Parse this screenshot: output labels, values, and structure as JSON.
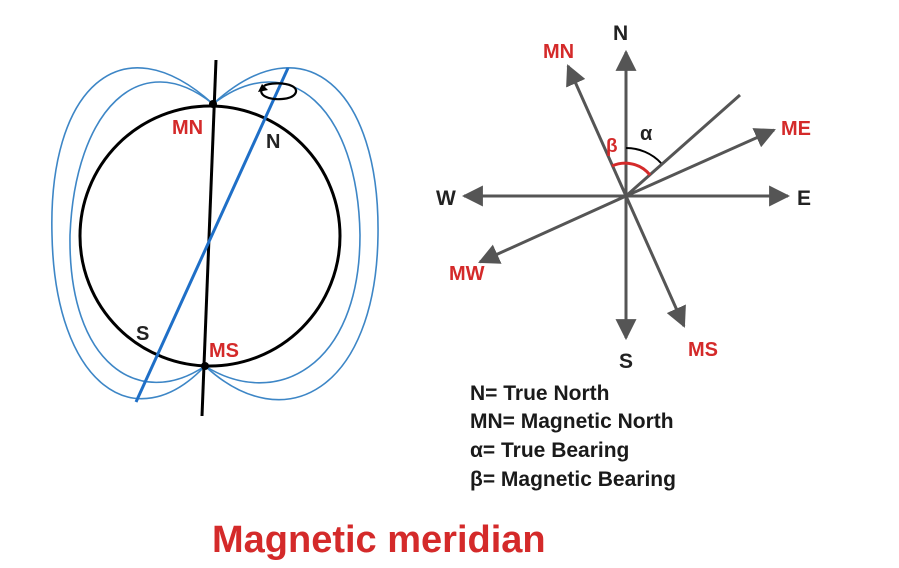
{
  "colors": {
    "red": "#d42a2a",
    "blue": "#1f6fc7",
    "field_lines": "#3d86c6",
    "black": "#000000",
    "arrow_gray": "#555555"
  },
  "globe": {
    "magnetic_north": "MN",
    "magnetic_south": "MS",
    "true_north": "N",
    "true_south": "S"
  },
  "compass": {
    "north": "N",
    "south": "S",
    "east": "E",
    "west": "W",
    "magnetic_north": "MN",
    "magnetic_south": "MS",
    "magnetic_east": "ME",
    "magnetic_west": "MW",
    "alpha": "α",
    "beta": "β"
  },
  "legend": [
    "N= True North",
    "MN= Magnetic North",
    "α= True Bearing",
    "β= Magnetic Bearing"
  ],
  "caption": "Magnetic meridian"
}
